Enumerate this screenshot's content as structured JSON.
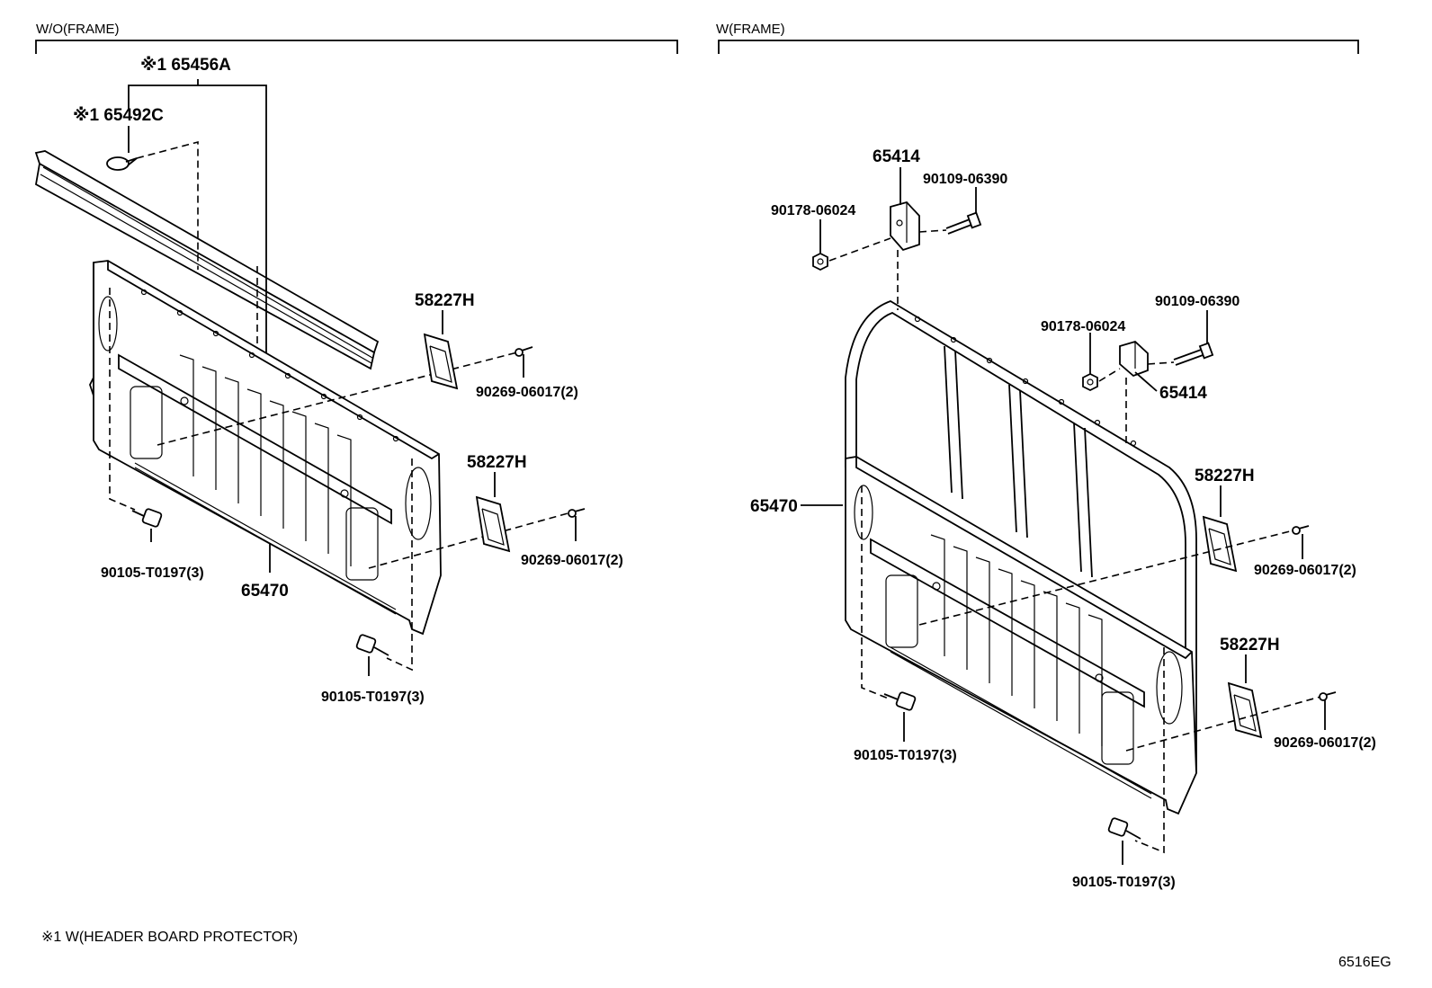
{
  "sections": {
    "left_title": "W/O(FRAME)",
    "right_title": "W(FRAME)"
  },
  "left_labels": {
    "header_protector": "※1 65456A",
    "clip": "※1 65492C",
    "panel": "65470",
    "plate_upper": "58227H",
    "plate_lower": "58227H",
    "screw_upper": "90269-06017(2)",
    "screw_lower": "90269-06017(2)",
    "bolt_left": "90105-T0197(3)",
    "bolt_right": "90105-T0197(3)"
  },
  "right_labels": {
    "bracket_top": "65414",
    "bolt_top": "90109-06390",
    "nut_top": "90178-06024",
    "bolt_mid": "90109-06390",
    "nut_mid": "90178-06024",
    "bracket_mid": "65414",
    "panel": "65470",
    "plate_upper": "58227H",
    "plate_lower": "58227H",
    "screw_upper": "90269-06017(2)",
    "screw_lower": "90269-06017(2)",
    "bolt_left": "90105-T0197(3)",
    "bolt_bottom": "90105-T0197(3)"
  },
  "footnote": "※1 W(HEADER BOARD PROTECTOR)",
  "diagram_code": "6516EG"
}
